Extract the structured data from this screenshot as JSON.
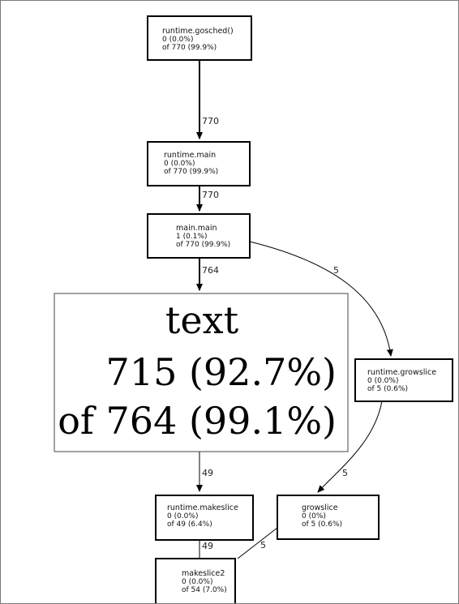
{
  "nodes": {
    "gosched": {
      "name": "runtime.gosched()",
      "flat": "0 (0.0%)",
      "cum": "of 770 (99.9%)"
    },
    "rt_main": {
      "name": "runtime.main",
      "flat": "0 (0.0%)",
      "cum": "of 770 (99.9%)"
    },
    "main_main": {
      "name": "main.main",
      "flat": "1 (0.1%)",
      "cum": "of 770 (99.9%)"
    },
    "text": {
      "name": "text",
      "flat": "715 (92.7%)",
      "cum": "of 764 (99.1%)"
    },
    "growslice_rt": {
      "name": "runtime.growslice",
      "flat": "0 (0.0%)",
      "cum": "of 5 (0.6%)"
    },
    "makeslice_rt": {
      "name": "runtime.makeslice",
      "flat": "0 (0.0%)",
      "cum": "of 49 (6.4%)"
    },
    "growslice": {
      "name": "growslice",
      "flat": "0 (0%)",
      "cum": "of 5 (0.6%)"
    },
    "makeslice2": {
      "name": "makeslice2",
      "flat": "0 (0.0%)",
      "cum": "of 54 (7.0%)"
    }
  },
  "edges": {
    "gosched_to_main": "770",
    "main_to_mainmain": "770",
    "mainmain_to_text": "764",
    "mainmain_to_growslice": "5",
    "text_to_makeslice": "49",
    "growslice_to_growslice": "5",
    "makeslice_to_makeslice2": "49",
    "growslice_to_makeslice2": "5"
  }
}
